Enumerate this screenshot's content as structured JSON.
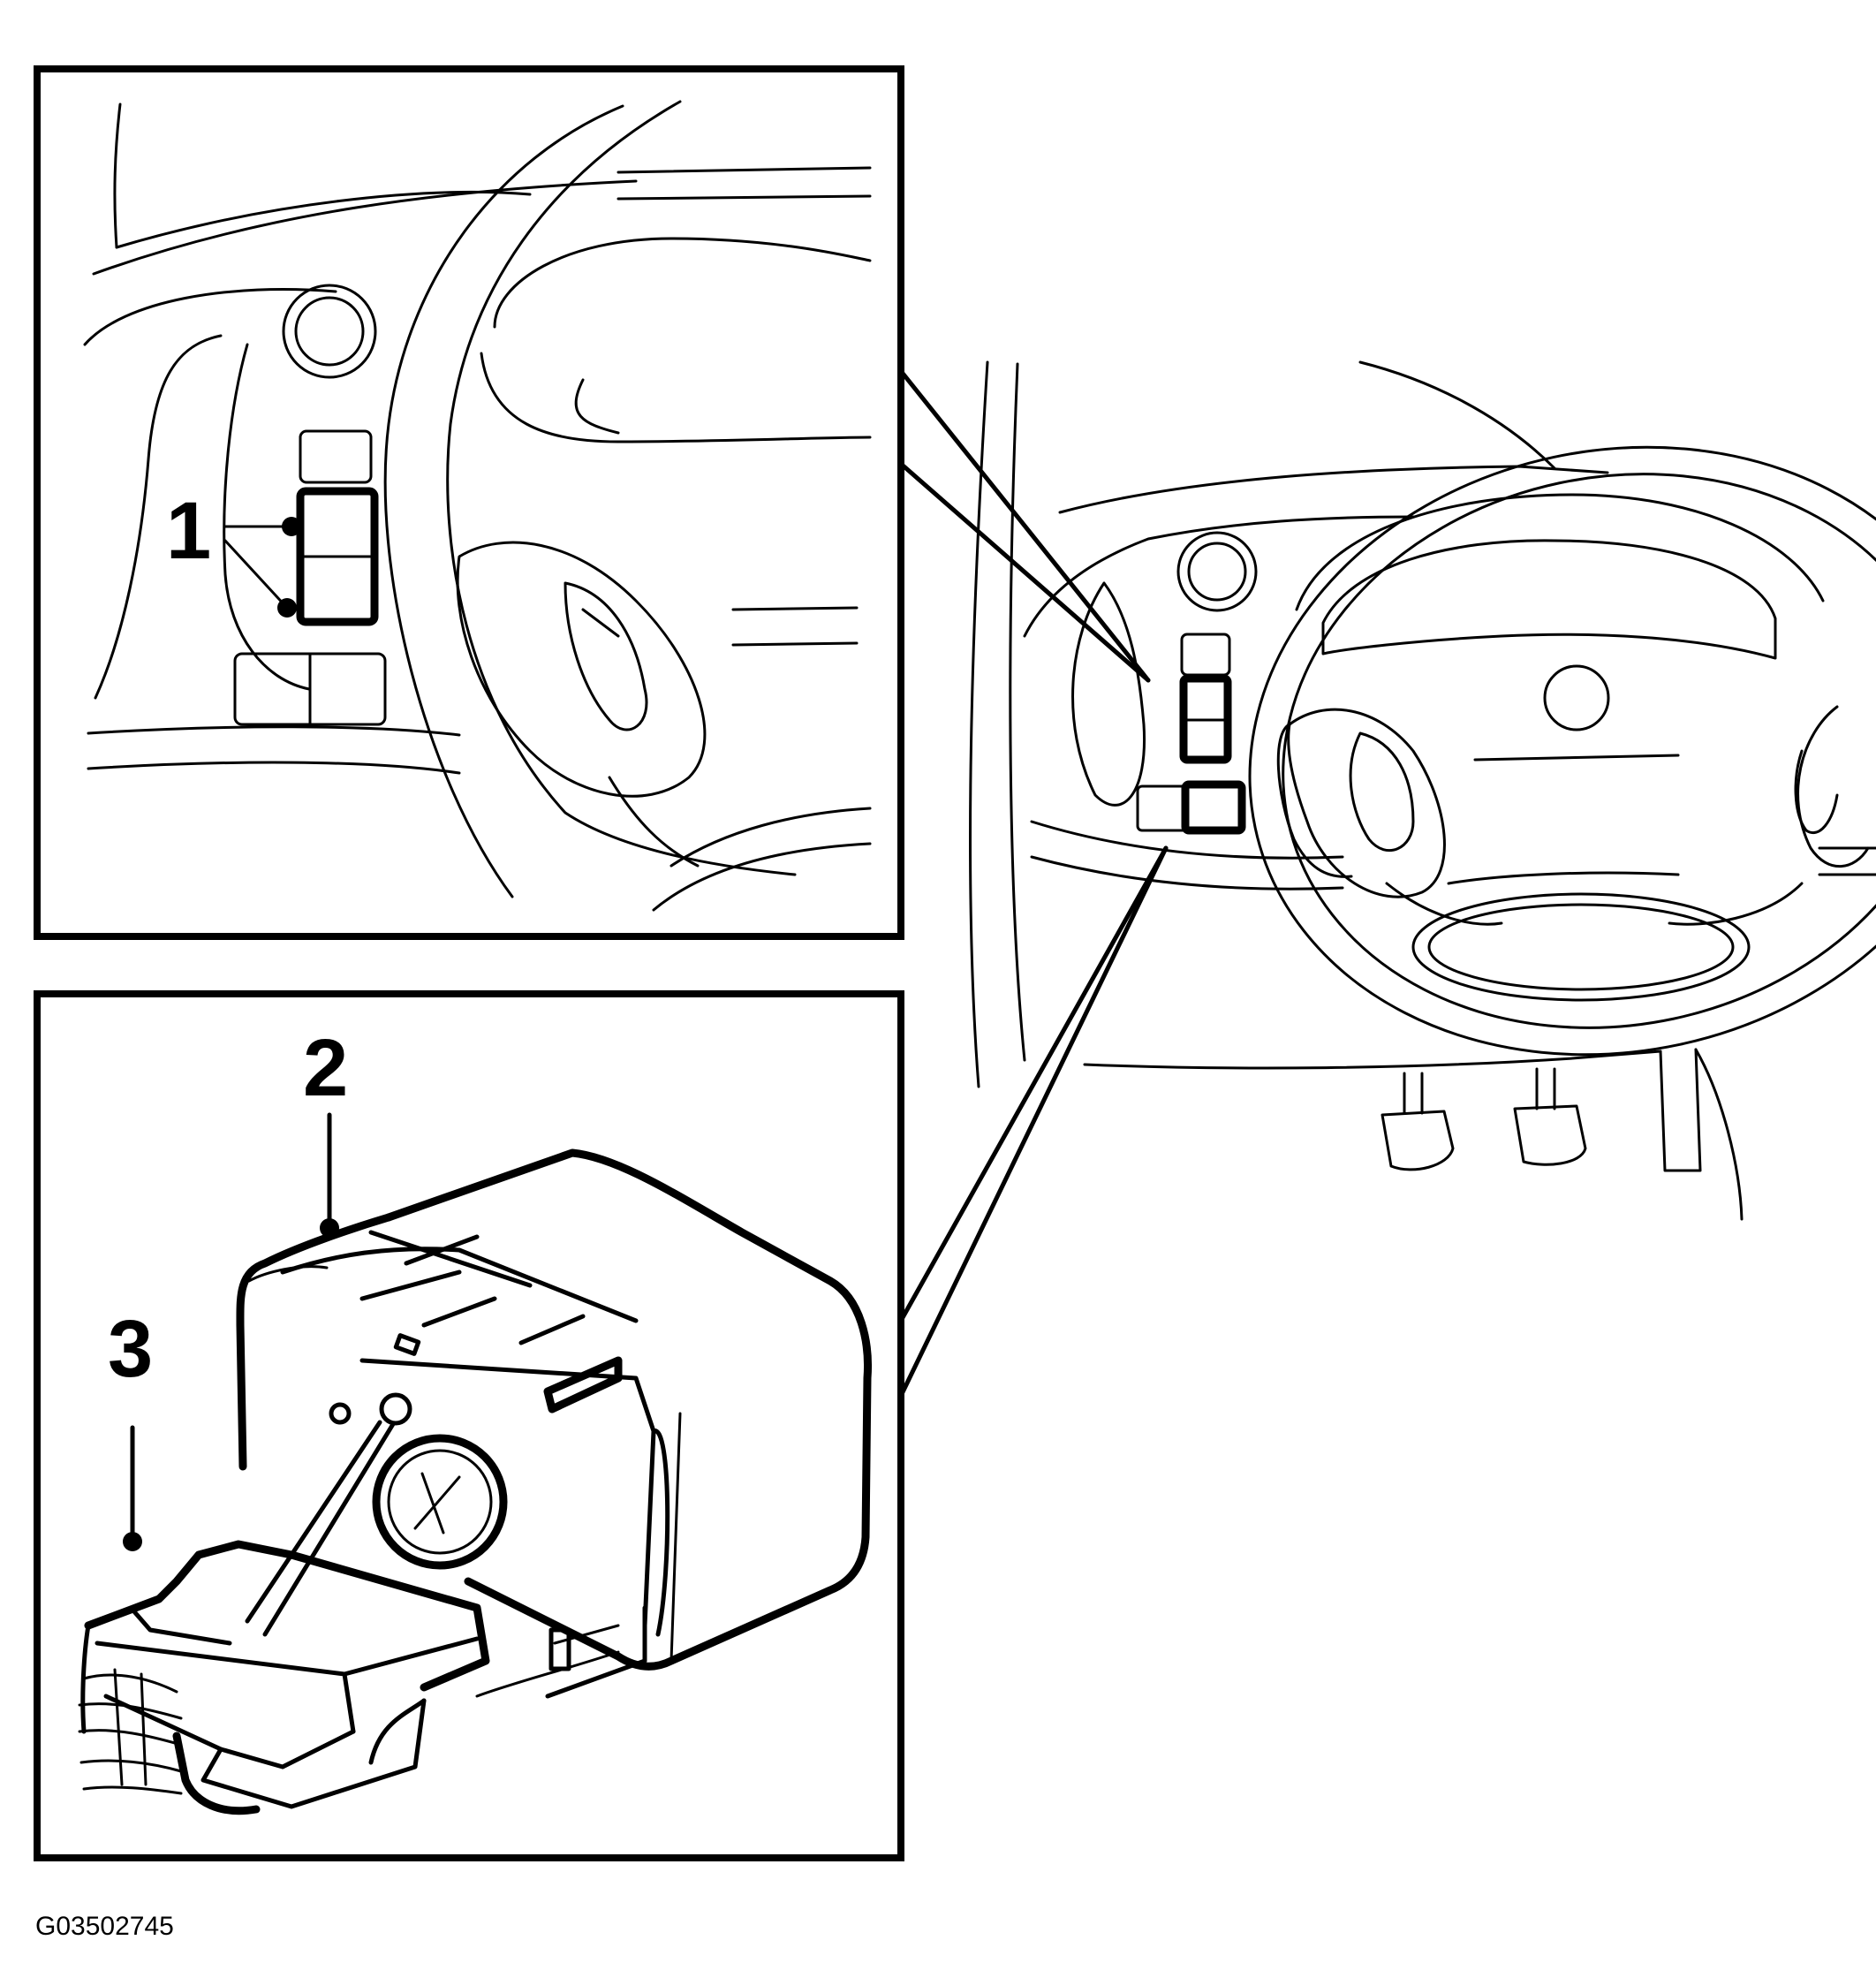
{
  "diagram": {
    "callouts": [
      {
        "id": "1",
        "label": "1"
      },
      {
        "id": "2",
        "label": "2"
      },
      {
        "id": "3",
        "label": "3"
      }
    ],
    "figure_id": "G03502745"
  },
  "colors": {
    "line": "#000000",
    "background": "#ffffff"
  }
}
